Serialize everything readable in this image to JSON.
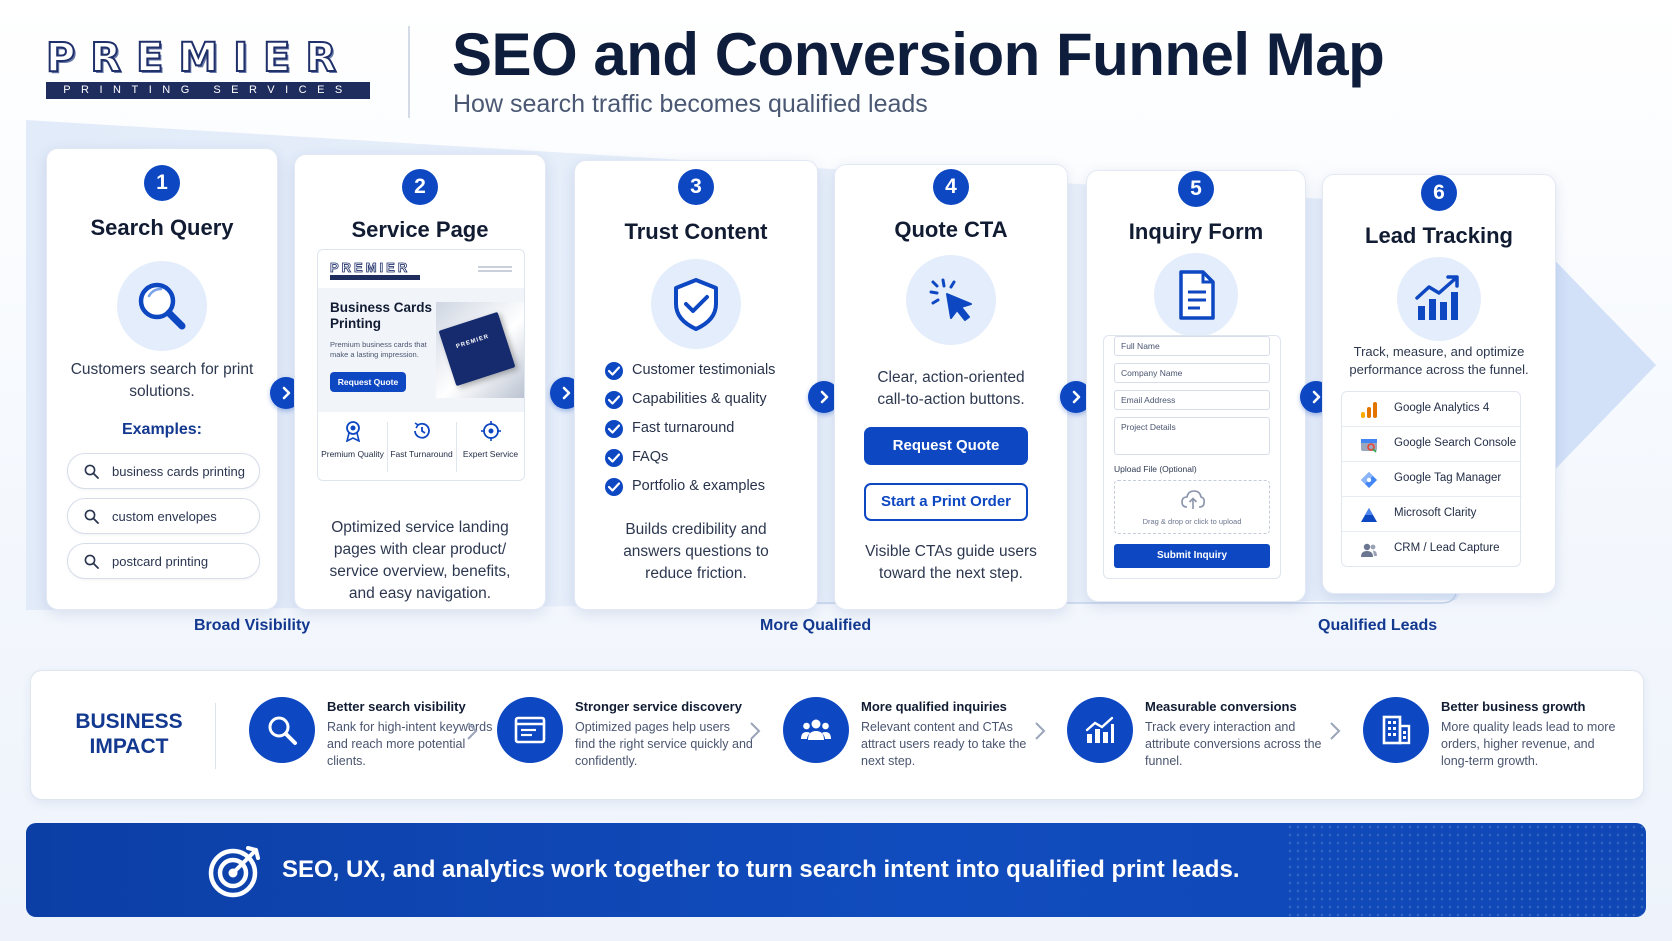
{
  "logo": {
    "wordmark": "PREMIER",
    "tagline": "PRINTING SERVICES"
  },
  "header": {
    "title": "SEO and Conversion Funnel Map",
    "subtitle": "How search traffic becomes qualified leads"
  },
  "steps": [
    {
      "number": "1",
      "title": "Search Query",
      "icon": "magnifier-icon",
      "description": "Customers search for print solutions.",
      "examples_label": "Examples:",
      "examples": [
        "business cards printing",
        "custom envelopes",
        "postcard printing"
      ]
    },
    {
      "number": "2",
      "title": "Service Page",
      "icon": "webpage-mockup",
      "mockup": {
        "logo": "PREMIER",
        "heading": "Business Cards Printing",
        "tagline": "Premium business cards that make a lasting impression.",
        "button": "Request Quote",
        "product_label": "PREMIER",
        "features": [
          "Premium Quality",
          "Fast Turnaround",
          "Expert Service"
        ]
      },
      "description": "Optimized service landing pages with clear product/ service overview, benefits, and easy navigation."
    },
    {
      "number": "3",
      "title": "Trust Content",
      "icon": "shield-check-icon",
      "checklist": [
        "Customer testimonials",
        "Capabilities & quality",
        "Fast turnaround",
        "FAQs",
        "Portfolio & examples"
      ],
      "description": "Builds credibility and answers questions to reduce friction."
    },
    {
      "number": "4",
      "title": "Quote CTA",
      "icon": "cursor-click-icon",
      "description_top": "Clear, action-oriented call-to-action buttons.",
      "primary_button": "Request Quote",
      "secondary_button": "Start a Print Order",
      "description": "Visible CTAs guide users toward the next step."
    },
    {
      "number": "5",
      "title": "Inquiry Form",
      "icon": "document-icon",
      "form": {
        "fields": [
          "Full Name",
          "Company Name",
          "Email Address",
          "Project Details"
        ],
        "upload_label": "Upload File (Optional)",
        "upload_hint": "Drag & drop or click to upload",
        "submit": "Submit Inquiry"
      }
    },
    {
      "number": "6",
      "title": "Lead Tracking",
      "icon": "growth-chart-icon",
      "description": "Track, measure, and optimize performance across the funnel.",
      "tools": [
        "Google Analytics 4",
        "Google Search Console",
        "Google Tag Manager",
        "Microsoft Clarity",
        "CRM / Lead Capture"
      ]
    }
  ],
  "stages": [
    "Broad Visibility",
    "More Qualified",
    "Qualified Leads"
  ],
  "impact": {
    "title": "BUSINESS IMPACT",
    "items": [
      {
        "title": "Better search visibility",
        "text": "Rank for high-intent keywords and reach more potential clients."
      },
      {
        "title": "Stronger service discovery",
        "text": "Optimized pages help users find the right service quickly and confidently."
      },
      {
        "title": "More qualified inquiries",
        "text": "Relevant content and CTAs attract users ready to take the next step."
      },
      {
        "title": "Measurable conversions",
        "text": "Track every interaction and attribute conversions across the funnel."
      },
      {
        "title": "Better business growth",
        "text": "More quality leads lead to more orders, higher revenue, and long-term growth."
      }
    ]
  },
  "banner": {
    "text": "SEO, UX, and analytics work together to turn search intent into qualified print leads."
  },
  "colors": {
    "primary": "#0d47c2",
    "navy": "#0f1d3d",
    "accent_text": "#12388f",
    "icon_bg": "#e4edfb"
  }
}
